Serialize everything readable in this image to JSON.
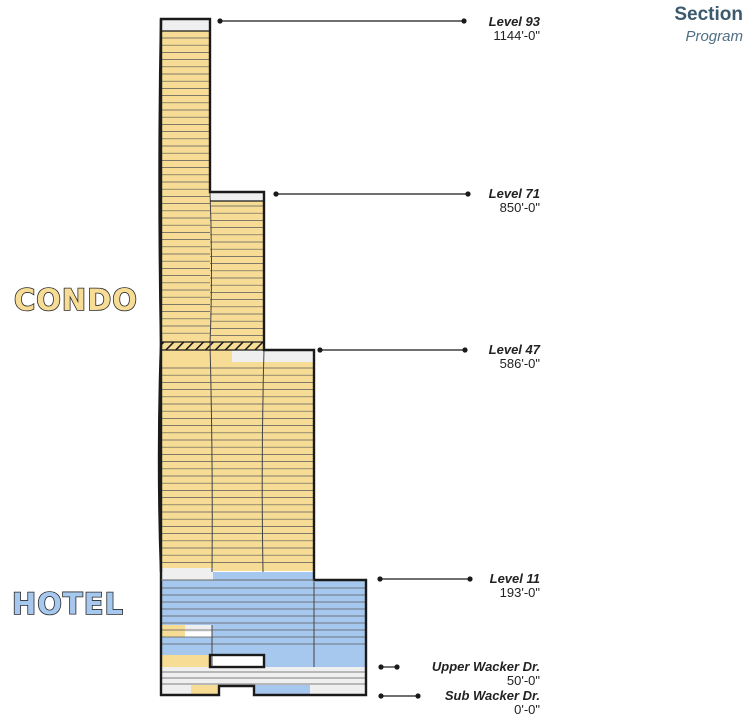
{
  "header": {
    "title": "Section",
    "subtitle": "Program"
  },
  "zones": [
    {
      "label": "CONDO",
      "color": "#f6dc94"
    },
    {
      "label": "HOTEL",
      "color": "#a7c8ee"
    }
  ],
  "levels": [
    {
      "name": "Level 93",
      "elevation": "1144'-0\""
    },
    {
      "name": "Level 71",
      "elevation": "850'-0\""
    },
    {
      "name": "Level 47",
      "elevation": "586'-0\""
    },
    {
      "name": "Level 11",
      "elevation": "193'-0\""
    },
    {
      "name": "Upper Wacker Dr.",
      "elevation": "50'-0\""
    },
    {
      "name": "Sub Wacker Dr.",
      "elevation": "0'-0\""
    }
  ],
  "colors": {
    "condo": "#f6dc94",
    "hotel": "#a7c8ee",
    "outline": "#1a1a1a",
    "mechanical": "#efefef"
  }
}
